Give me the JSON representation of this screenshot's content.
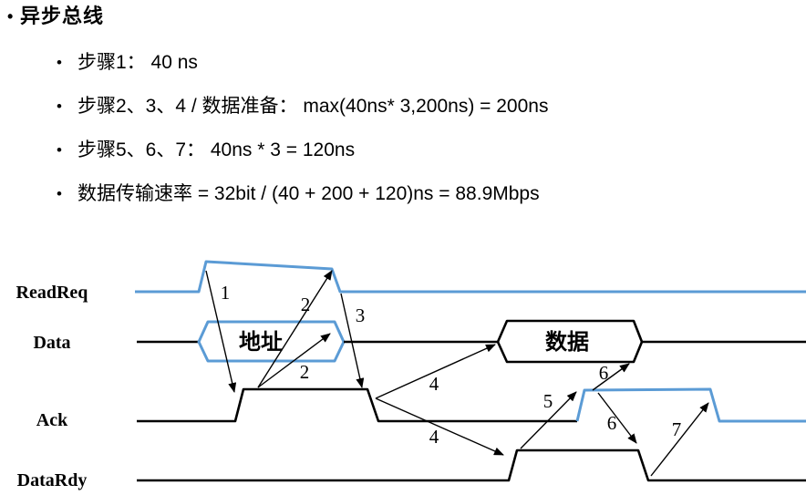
{
  "slide": {
    "title": {
      "marker": "•",
      "text": "异步总线"
    },
    "bullets": {
      "marker": "•",
      "items": [
        "步骤1： 40 ns",
        "步骤2、3、4 / 数据准备： max(40ns* 3,200ns) = 200ns",
        "步骤5、6、7： 40ns * 3 = 120ns",
        "数据传输速率 = 32bit / (40 + 200 + 120)ns = 88.9Mbps"
      ]
    }
  },
  "diagram": {
    "signals": [
      {
        "name": "ReadReq"
      },
      {
        "name": "Data"
      },
      {
        "name": "Ack"
      },
      {
        "name": "DataRdy"
      }
    ],
    "bus_labels": {
      "address": "地址",
      "data": "数据"
    },
    "steps": [
      "1",
      "2",
      "2",
      "3",
      "4",
      "4",
      "5",
      "6",
      "6",
      "7"
    ],
    "colors": {
      "accent_blue": "#5B9BD5",
      "line_black": "#000000"
    }
  }
}
